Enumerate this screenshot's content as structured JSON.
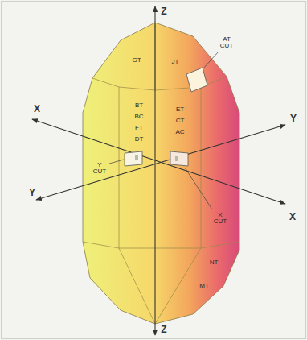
{
  "diagram": {
    "labels": [
      "Z",
      "GT",
      "JT",
      "AT CUT",
      "X",
      "Y",
      "BT",
      "BC",
      "FT",
      "DT",
      "ET",
      "CT",
      "AC",
      "Y",
      "X",
      "Y CUT",
      "NT",
      "X CUT",
      "MT",
      "Z"
    ]
  }
}
